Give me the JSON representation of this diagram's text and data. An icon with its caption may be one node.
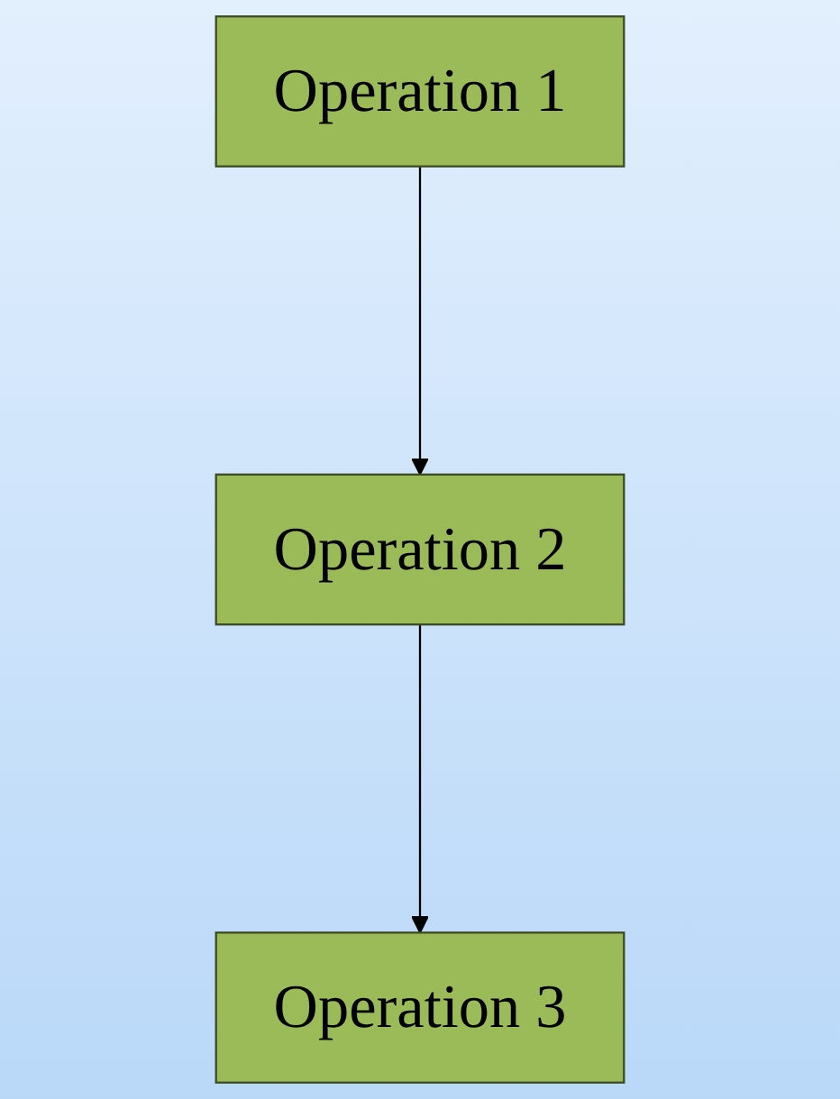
{
  "diagram": {
    "nodes": [
      {
        "text": [
          "Operation 1"
        ]
      },
      {
        "text": [
          "Operation 2"
        ]
      },
      {
        "text": [
          "Operation 3"
        ]
      }
    ],
    "edges": [
      {
        "from": 0,
        "to": 1,
        "arrow": "to"
      },
      {
        "from": 1,
        "to": 2,
        "arrow": "to"
      }
    ]
  }
}
